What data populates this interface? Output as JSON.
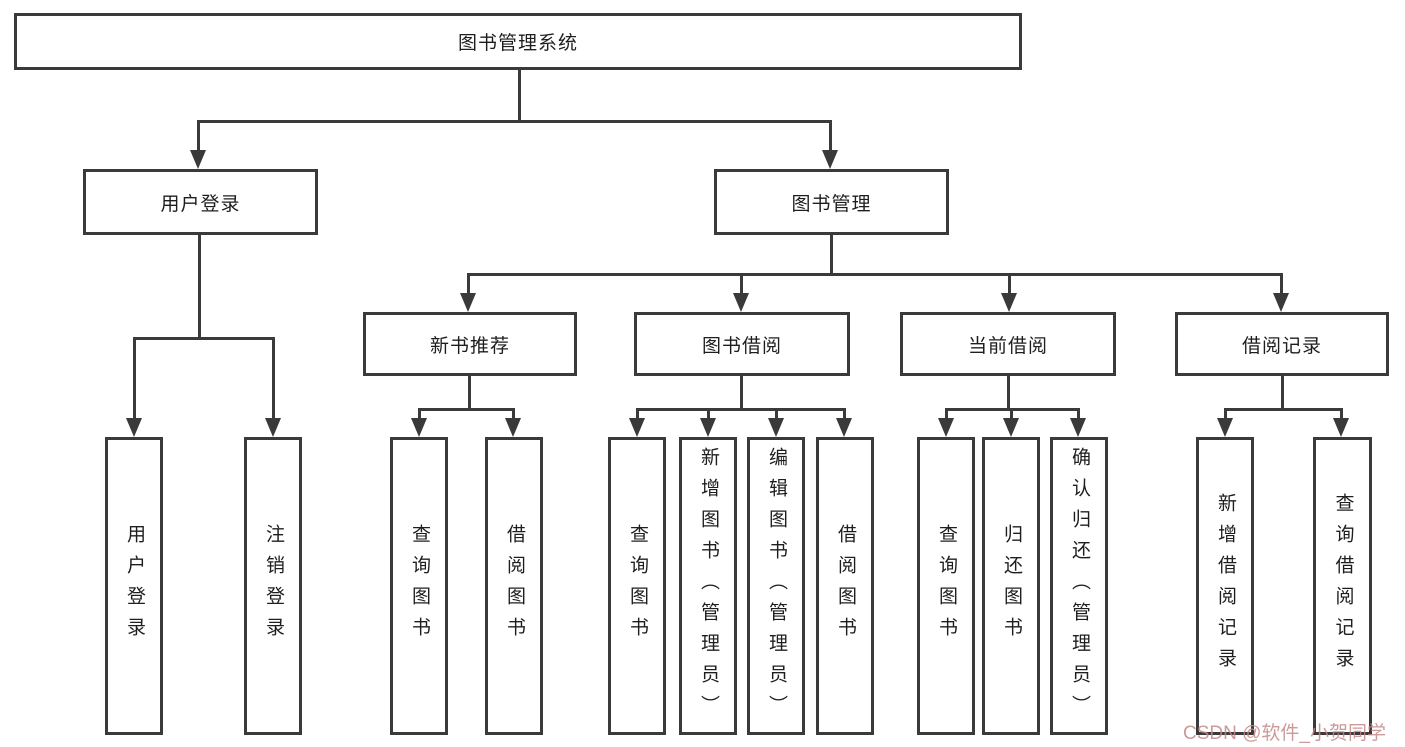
{
  "colors": {
    "line": "#3a3a3a",
    "box_border": "#3a3a3a",
    "text": "#1e1e1e",
    "background": "#ffffff",
    "watermark": "#c48888"
  },
  "watermark": {
    "text": "CSDN @软件_小贺同学"
  },
  "tree": {
    "root": {
      "label": "图书管理系统"
    },
    "branches": [
      {
        "label": "用户登录",
        "leaves": [
          "用户登录",
          "注销登录"
        ]
      },
      {
        "label": "图书管理",
        "groups": [
          {
            "label": "新书推荐",
            "leaves": [
              "查询图书",
              "借阅图书"
            ]
          },
          {
            "label": "图书借阅",
            "leaves": [
              "查询图书",
              "新增图书（管理员）",
              "编辑图书（管理员）",
              "借阅图书"
            ]
          },
          {
            "label": "当前借阅",
            "leaves": [
              "查询图书",
              "归还图书",
              "确认归还（管理员）"
            ]
          },
          {
            "label": "借阅记录",
            "leaves": [
              "新增借阅记录",
              "查询借阅记录"
            ]
          }
        ]
      }
    ]
  }
}
